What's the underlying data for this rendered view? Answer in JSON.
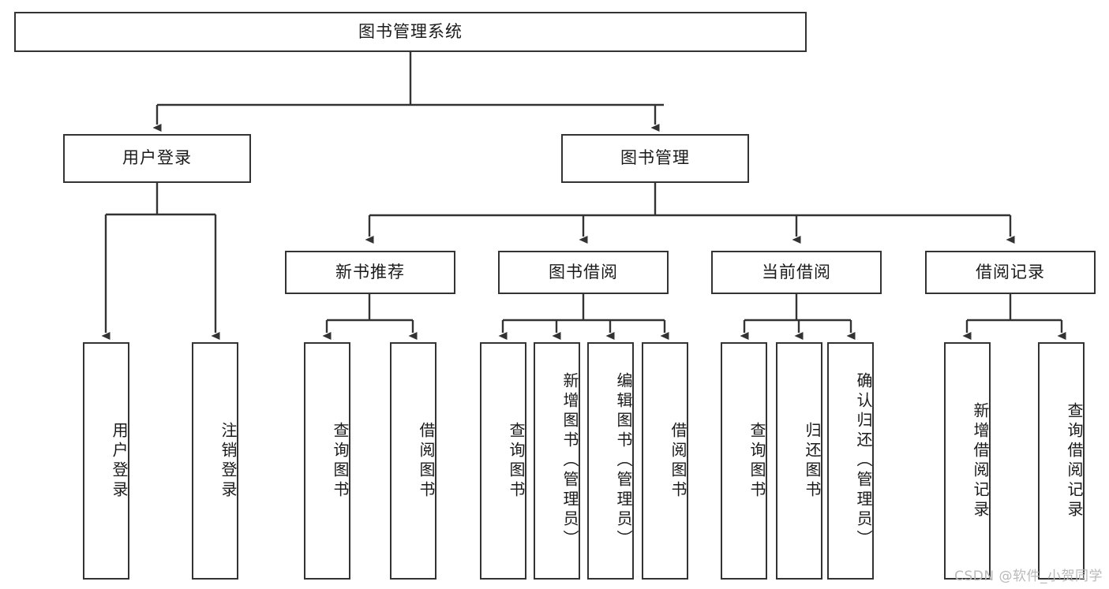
{
  "diagram": {
    "title": "图书管理系统",
    "type": "tree-hierarchy",
    "watermark": "CSDN @软件_小贺同学",
    "colors": {
      "stroke": "#333333",
      "fill": "#ffffff",
      "text": "#1a1a1a",
      "watermark": "#b9b9b9"
    },
    "nodes": {
      "root": {
        "label": "图书管理系统"
      },
      "level2": [
        {
          "label": "用户登录"
        },
        {
          "label": "图书管理"
        }
      ],
      "level3": [
        {
          "label": "新书推荐"
        },
        {
          "label": "图书借阅"
        },
        {
          "label": "当前借阅"
        },
        {
          "label": "借阅记录"
        }
      ],
      "leaves_user_login": [
        {
          "label": "用户登录"
        },
        {
          "label": "注销登录"
        }
      ],
      "leaves_new_book": [
        {
          "label": "查询图书"
        },
        {
          "label": "借阅图书"
        }
      ],
      "leaves_borrow": [
        {
          "label": "查询图书"
        },
        {
          "label": "新增图书（管理员）"
        },
        {
          "label": "编辑图书（管理员）"
        },
        {
          "label": "借阅图书"
        }
      ],
      "leaves_current": [
        {
          "label": "查询图书"
        },
        {
          "label": "归还图书"
        },
        {
          "label": "确认归还（管理员）"
        }
      ],
      "leaves_record": [
        {
          "label": "新增借阅记录"
        },
        {
          "label": "查询借阅记录"
        }
      ]
    }
  }
}
